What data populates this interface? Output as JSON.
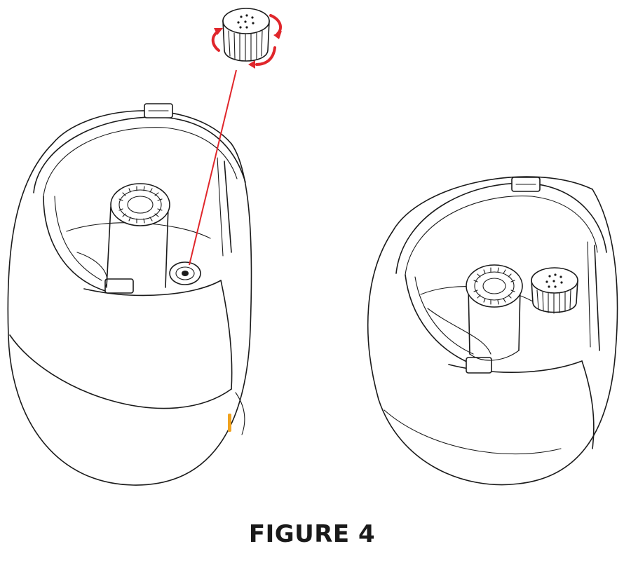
{
  "caption": "FIGURE 4",
  "colors": {
    "line": "#1a1a1a",
    "accent": "#e0262b",
    "background": "#ffffff",
    "indicator": "#f0a21e"
  },
  "parts": {
    "removed_cap": "nozzle-cap-with-rotation-arrows",
    "left_unit": "humidifier-tank-open",
    "right_unit": "humidifier-tank-cap-installed"
  }
}
